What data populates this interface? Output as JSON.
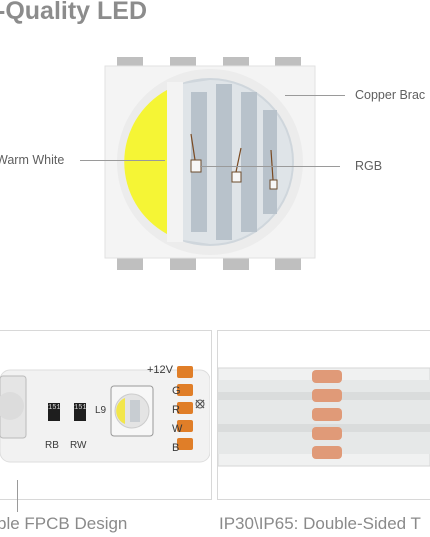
{
  "header": {
    "title": "-Quality LED"
  },
  "led_diagram": {
    "labels": {
      "copper": "Copper Brac",
      "warm_white": "Warm White",
      "rgb": "RGB"
    }
  },
  "strip_panel": {
    "pins": [
      "+12V",
      "G",
      "R",
      "W",
      "B"
    ],
    "resistor_value": "151",
    "component_labels": {
      "rb": "RB",
      "rw": "RW",
      "l9": "L9"
    },
    "caption": "ble FPCB Design"
  },
  "waterproof_panel": {
    "caption": "IP30\\IP65: Double-Sided T"
  }
}
